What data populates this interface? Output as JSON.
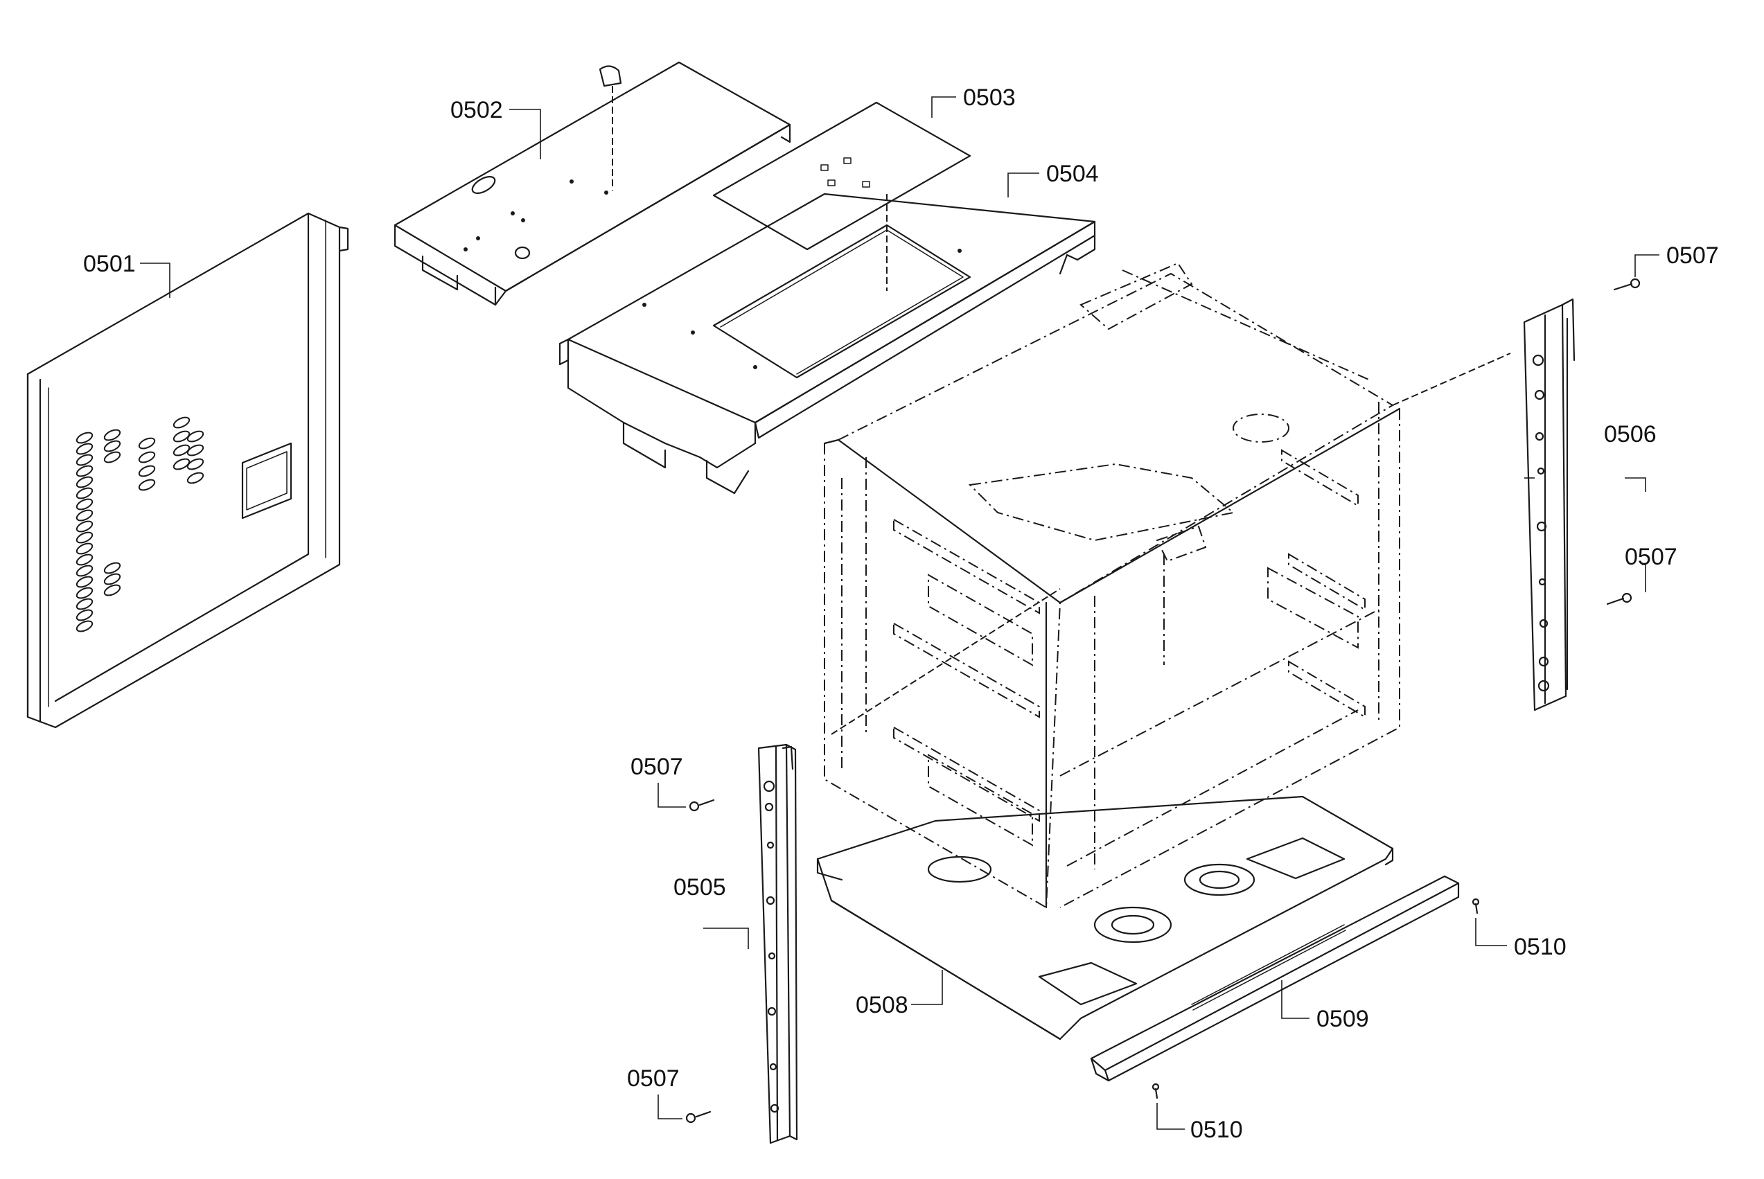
{
  "diagram": {
    "callouts": [
      {
        "id": "c0501",
        "label": "0501"
      },
      {
        "id": "c0502",
        "label": "0502"
      },
      {
        "id": "c0503",
        "label": "0503"
      },
      {
        "id": "c0504",
        "label": "0504"
      },
      {
        "id": "c0505",
        "label": "0505"
      },
      {
        "id": "c0506",
        "label": "0506"
      },
      {
        "id": "c0507a",
        "label": "0507"
      },
      {
        "id": "c0507b",
        "label": "0507"
      },
      {
        "id": "c0507c",
        "label": "0507"
      },
      {
        "id": "c0507d",
        "label": "0507"
      },
      {
        "id": "c0508",
        "label": "0508"
      },
      {
        "id": "c0509",
        "label": "0509"
      },
      {
        "id": "c0510a",
        "label": "0510"
      },
      {
        "id": "c0510b",
        "label": "0510"
      }
    ]
  }
}
